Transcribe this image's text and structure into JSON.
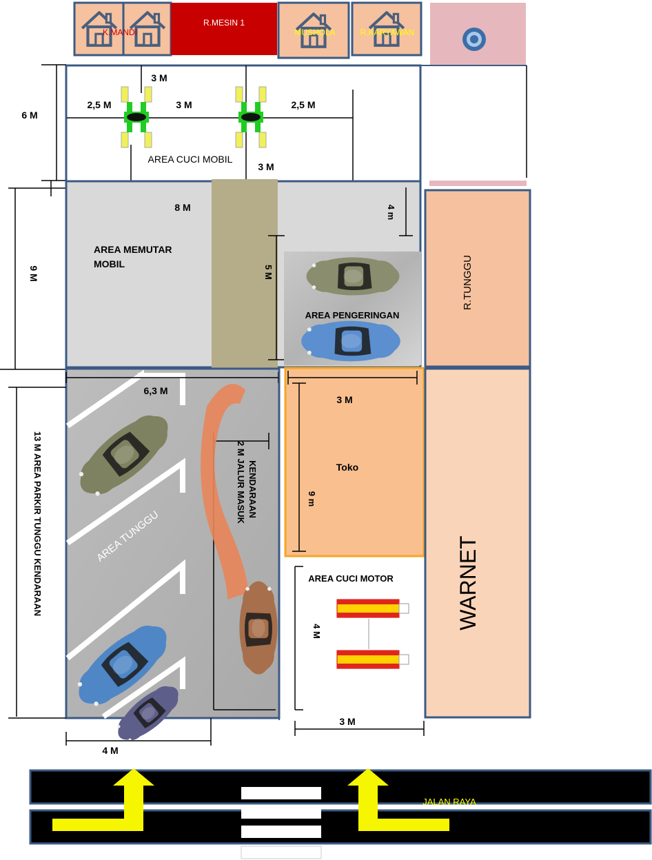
{
  "top_rooms": {
    "k_mandi": "K.MANDI",
    "r_mesin": "R.MESIN 1",
    "musholla": "MUSHOLA",
    "r_karyawan": "R.KARYAWAN"
  },
  "car_wash": {
    "label": "AREA CUCI MOBIL",
    "dim_height": "6 M",
    "dim_top_gap": "3 M",
    "dim_left": "2,5 M",
    "dim_middle": "3 M",
    "dim_right": "2,5 M",
    "dim_bottom": "3 M"
  },
  "turning_area": {
    "label_line1": "AREA MEMUTAR",
    "label_line2": "MOBIL",
    "dim_width": "8 M",
    "dim_height": "9 M",
    "dim_right": "4 m",
    "dim_lane": "5 M"
  },
  "drying_area": {
    "label": "AREA PENGERINGAN"
  },
  "waiting_room": {
    "label": "R.TUNGGU"
  },
  "parking": {
    "label": "AREA TUNGGU",
    "side_label": "13 M AREA PARKIR TUNGGU KENDARAAN",
    "dim_width": "6,3 M",
    "dim_bottom": "4 M"
  },
  "entry_lane": {
    "label_line1": "2 M JALUR MASUK",
    "label_line2": "KENDARAAN"
  },
  "shop": {
    "label": "Toko",
    "dim_width": "3 M",
    "dim_height": "9 m"
  },
  "motor_wash": {
    "label": "AREA CUCI MOTOR",
    "dim_height": "4 M",
    "dim_width": "3 M"
  },
  "warnet": {
    "label": "WARNET"
  },
  "road": {
    "label": "JALAN RAYA"
  },
  "colors": {
    "wall_blue": "#3b5a85",
    "room_peach": "#f5c19f",
    "engine_red": "#c80000",
    "grey_area": "#d9d9d9",
    "lane_khaki": "#b5ad8a",
    "shop_orange": "#f9bf8f",
    "shop_border": "#f5a623",
    "warnet_peach": "#fad4b9",
    "pink_box": "#e6b8bd",
    "road_black": "#000000",
    "arrow_yellow": "#f6f600",
    "label_red": "#c00000",
    "label_yellow": "#ffff00"
  },
  "icons": [
    "house-icon",
    "target-icon",
    "car-lift-icon",
    "car-icon",
    "arrow-icon",
    "motor-lift-icon"
  ]
}
